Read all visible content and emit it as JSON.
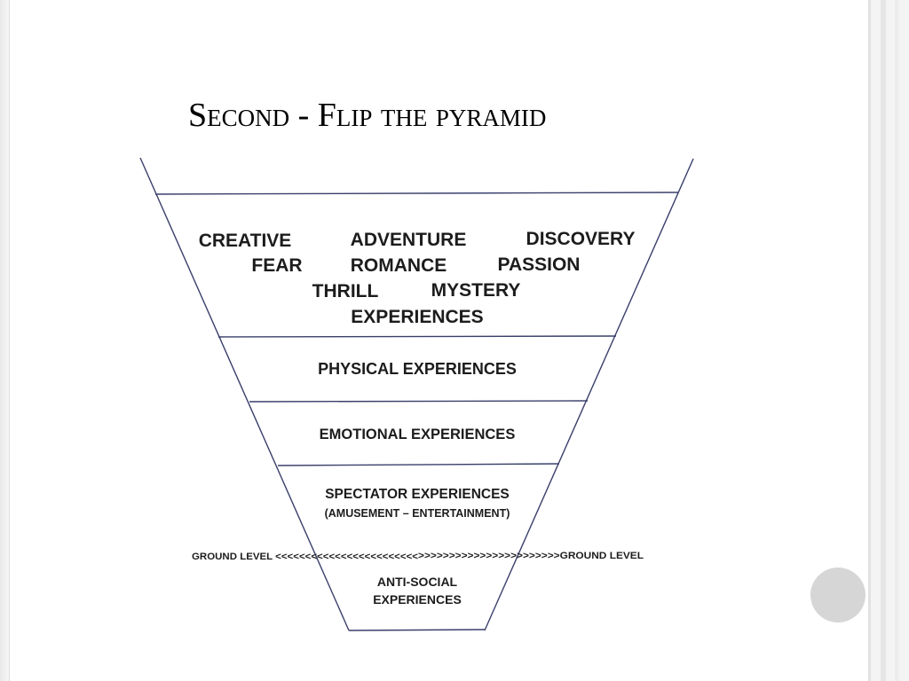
{
  "slide": {
    "title": "Second - Flip the pyramid"
  },
  "pyramid": {
    "top_layer": {
      "row1": [
        "CREATIVE",
        "ADVENTURE",
        "DISCOVERY"
      ],
      "row2": [
        "FEAR",
        "ROMANCE",
        "PASSION"
      ],
      "row3": [
        "THRILL",
        "MYSTERY"
      ],
      "row4": "EXPERIENCES"
    },
    "physical": "PHYSICAL EXPERIENCES",
    "emotional": "EMOTIONAL EXPERIENCES",
    "spectator": "SPECTATOR EXPERIENCES",
    "spectator_sub": "(AMUSEMENT – ENTERTAINMENT)",
    "ground_left": "GROUND LEVEL <<<<<<<<<<<<<<<<<<<<<<<<",
    "ground_right": ">>>>>>>>>>>>>>>>>>>>>>>GROUND LEVEL",
    "antisocial_line1": "ANTI-SOCIAL",
    "antisocial_line2": "EXPERIENCES"
  },
  "colors": {
    "outline": "#3a3f6b",
    "text": "#1c1c1c",
    "nav_circle": "#d6d6d6"
  }
}
